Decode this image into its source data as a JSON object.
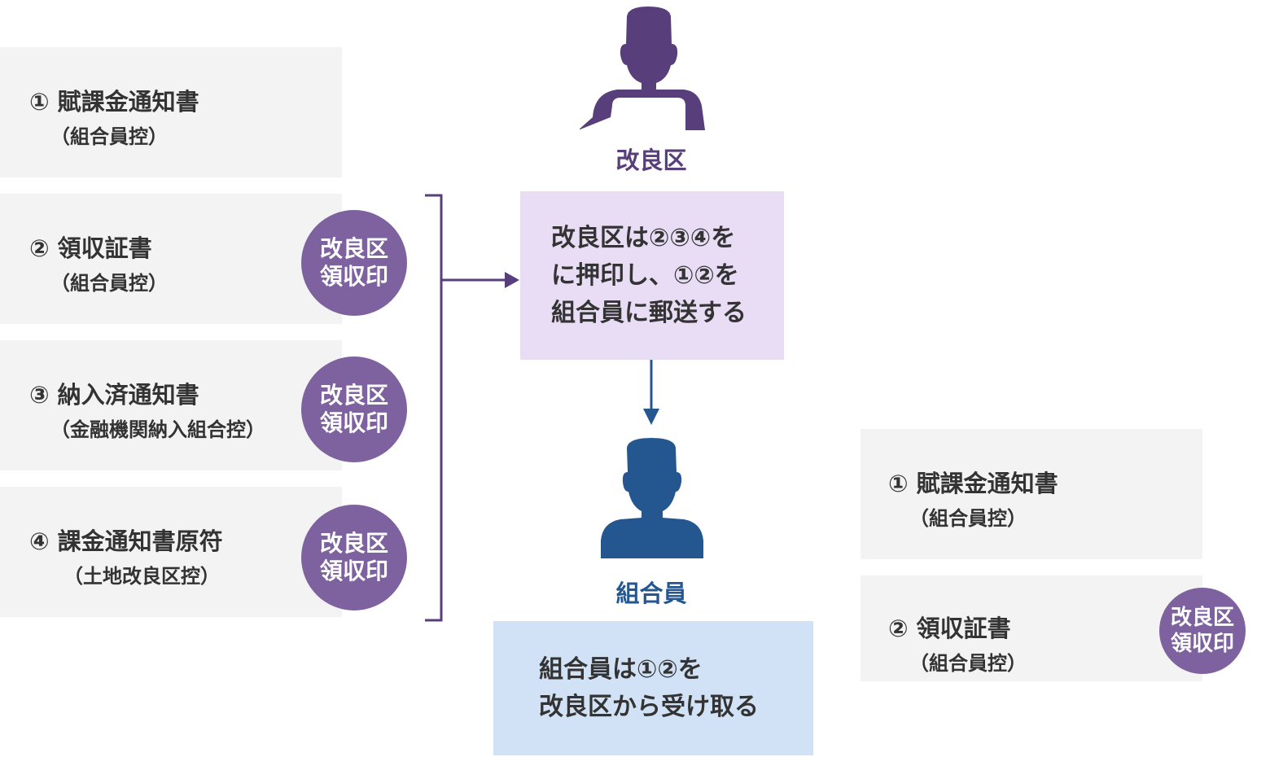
{
  "colors": {
    "purple_dark": "#583e7a",
    "purple_stamp": "#7e62a0",
    "purple_box": "#e8ddf5",
    "blue_dark": "#245790",
    "blue_box": "#d2e2f6",
    "doc_gray": "#f3f3f3"
  },
  "left_docs": [
    {
      "title": "① 賦課金通知書",
      "subtitle": "（組合員控）",
      "stamp": null
    },
    {
      "title": "② 領収証書",
      "subtitle": "（組合員控）",
      "stamp": [
        "改良区",
        "領収印"
      ]
    },
    {
      "title": "③ 納入済通知書",
      "subtitle": "（金融機関納入組合控）",
      "stamp": [
        "改良区",
        "領収印"
      ]
    },
    {
      "title": "④ 課金通知書原符",
      "subtitle": "（土地改良区控）",
      "stamp": [
        "改良区",
        "領収印"
      ]
    }
  ],
  "kairyoku": {
    "icon": "person-icon",
    "label": "改良区",
    "message": [
      "改良区は②③④を",
      "に押印し、①②を",
      "組合員に郵送する"
    ]
  },
  "kumiaiin": {
    "icon": "person-icon",
    "label": "組合員",
    "message": [
      "組合員は①②を",
      "改良区から受け取る"
    ]
  },
  "right_docs": [
    {
      "title": "① 賦課金通知書",
      "subtitle": "（組合員控）",
      "stamp": null
    },
    {
      "title": "② 領収証書",
      "subtitle": "（組合員控）",
      "stamp": [
        "改良区",
        "領収印"
      ]
    }
  ]
}
